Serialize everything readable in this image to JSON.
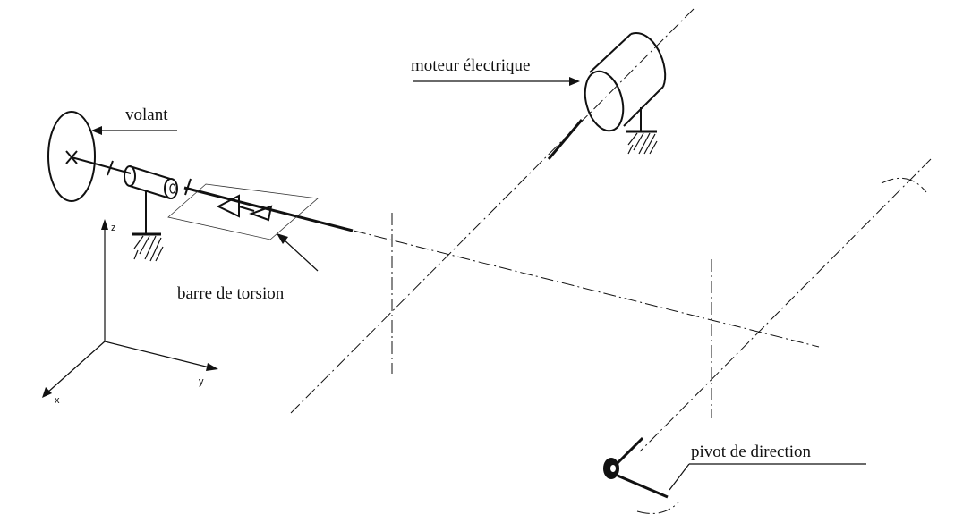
{
  "labels": {
    "motor": "moteur électrique",
    "wheel": "volant",
    "torsion_bar": "barre de torsion",
    "pivot": "pivot de direction"
  },
  "axes": {
    "z": "z",
    "y": "y",
    "x": "x"
  }
}
